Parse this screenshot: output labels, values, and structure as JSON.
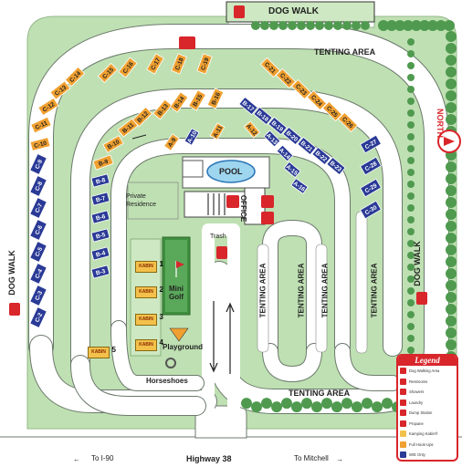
{
  "labels": {
    "dog_walk_top": "DOG WALK",
    "dog_walk_left": "DOG WALK",
    "dog_walk_right": "DOG WALK",
    "tenting_area_top": "TENTING AREA",
    "tenting_area_bottom": "TENTING AREA",
    "tenting_area_vertical": "TENTING AREA",
    "north": "NORTH",
    "pool": "POOL",
    "office": "OFFICE",
    "private_residence": "Private Residence",
    "trash": "Trash",
    "mini_golf": "Mini Golf",
    "playground": "Playground",
    "horseshoes": "Horseshoes",
    "highway": "Highway 38",
    "to_i90": "To I-90",
    "to_mitchell": "To Mitchell",
    "kabin": "KABIN",
    "kabin_numbers": [
      "1",
      "2",
      "3",
      "4",
      "5"
    ]
  },
  "sites": {
    "c_outer_orange": [
      "C-10",
      "C-11",
      "C-12",
      "C-13",
      "C-14",
      "C-15",
      "C-16",
      "C-17",
      "C-18",
      "C-19"
    ],
    "c_left_blue": [
      "C-9",
      "C-8",
      "C-7",
      "C-6",
      "C-5",
      "C-4",
      "C-3",
      "C-2"
    ],
    "c_right_orange": [
      "C-21",
      "C-22",
      "C-23",
      "C-24",
      "C-25",
      "C-26"
    ],
    "c_right_blue": [
      "C-27",
      "C-28",
      "C-29",
      "C-30"
    ],
    "b_orange": [
      "B-9",
      "B-10",
      "B-11",
      "B-12",
      "B-13",
      "B-14",
      "B-15",
      "B-16"
    ],
    "b_left_blue": [
      "B-8",
      "B-7",
      "B-6",
      "B-5",
      "B-4",
      "B-3"
    ],
    "b_right_blue": [
      "B-17",
      "B-18",
      "B-19",
      "B-20",
      "B-21",
      "B-22",
      "B-23"
    ],
    "a_orange": [
      "A-9",
      "A-11",
      "A-12"
    ],
    "a_blue": [
      "A-10",
      "A-13",
      "A-14",
      "A-15",
      "A-16"
    ]
  },
  "legend": {
    "title": "Legend",
    "items": [
      {
        "label": "Dog Walking Area",
        "color": "#d8262b"
      },
      {
        "label": "Restrooms",
        "color": "#d8262b"
      },
      {
        "label": "Showers",
        "color": "#d8262b"
      },
      {
        "label": "Laundry",
        "color": "#d8262b"
      },
      {
        "label": "Dump Station",
        "color": "#d8262b"
      },
      {
        "label": "Propane",
        "color": "#d8262b"
      },
      {
        "label": "Kamping Kabin®",
        "color": "#f3c14b"
      },
      {
        "label": "Full Hook-Ups",
        "color": "#f0a030"
      },
      {
        "label": "W/E Only",
        "color": "#2a3a96"
      }
    ]
  },
  "colors": {
    "grass": "#bfe0b3",
    "road": "#ffffff",
    "road_edge": "#6c7a6c",
    "full_hookup": "#f0a030",
    "we_only": "#2a3a96",
    "accent_red": "#d8262b",
    "tree": "#4f9a4f",
    "pool": "#9fd6ef"
  }
}
